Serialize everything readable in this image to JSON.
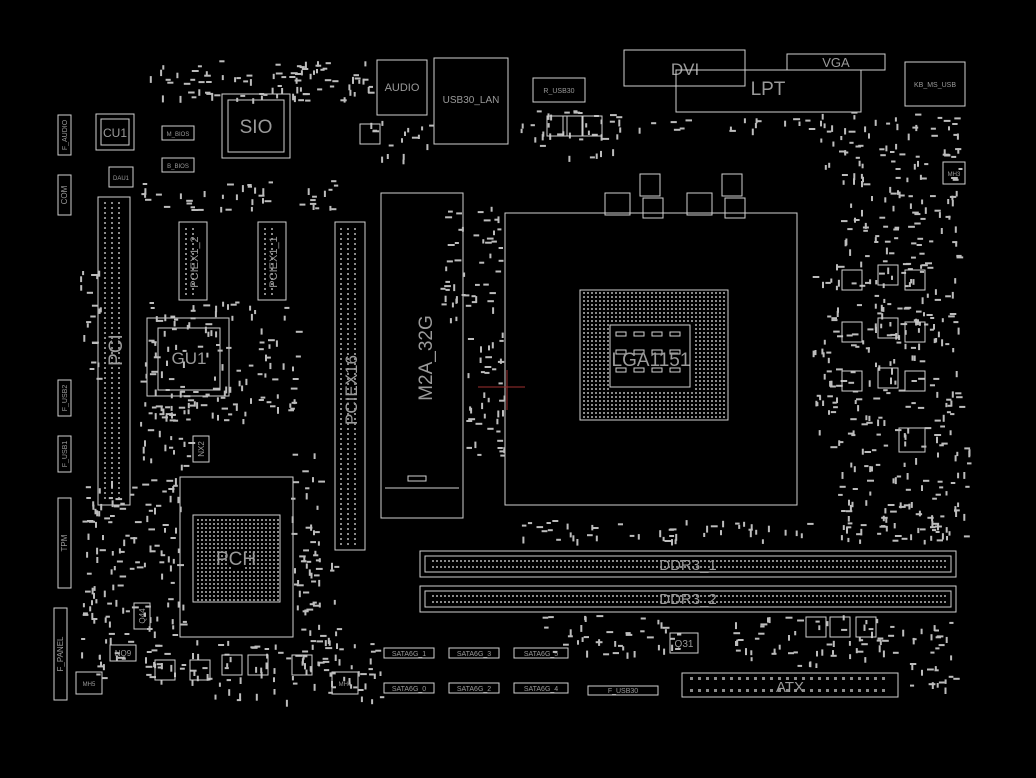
{
  "board": {
    "title": "",
    "labels": {
      "cu1": "CU1",
      "sio": "SIO",
      "audio": "AUDIO",
      "usb30_lan": "USB30_LAN",
      "dvi": "DVI",
      "vga": "VGA",
      "lpt": "LPT",
      "kb_ms_usb": "KB_MS_USB",
      "pci": "PCI",
      "pciex1_2": "PCIEX1_2",
      "pciex1_1": "PCIEX1_1",
      "pciex16": "PCIEX16",
      "m2a_32g": "M2A_32G",
      "gu1": "GU1",
      "lga1151": "LGA1151",
      "pch": "PCH",
      "ddr3_1": "DDR3_1",
      "ddr3_2": "DDR3_2",
      "atx": "ATX",
      "sata6g_1": "SATA6G_1",
      "sata6g_3": "SATA6G_3",
      "sata6g_5": "SATA6G_5",
      "sata6g_0": "SATA6G_0",
      "sata6g_2": "SATA6G_2",
      "sata6g_4": "SATA6G_4",
      "f_usb30": "F_USB30",
      "f_panel": "F_PANEL",
      "f_audio": "F_AUDIO",
      "com": "COM",
      "f_usb2": "F_USB2",
      "f_usb1": "F_USB1",
      "tpm": "TPM",
      "q31": "Q31",
      "q44": "Q44",
      "nq9": "NQ9",
      "nx2": "NX2",
      "dau1": "DAU1",
      "r_usb30": "R_USB30",
      "m_bios": "M_BIOS",
      "b_bios": "B_BIOS",
      "mh3": "MH3",
      "mh5": "MH5",
      "mh6": "MH6"
    }
  }
}
